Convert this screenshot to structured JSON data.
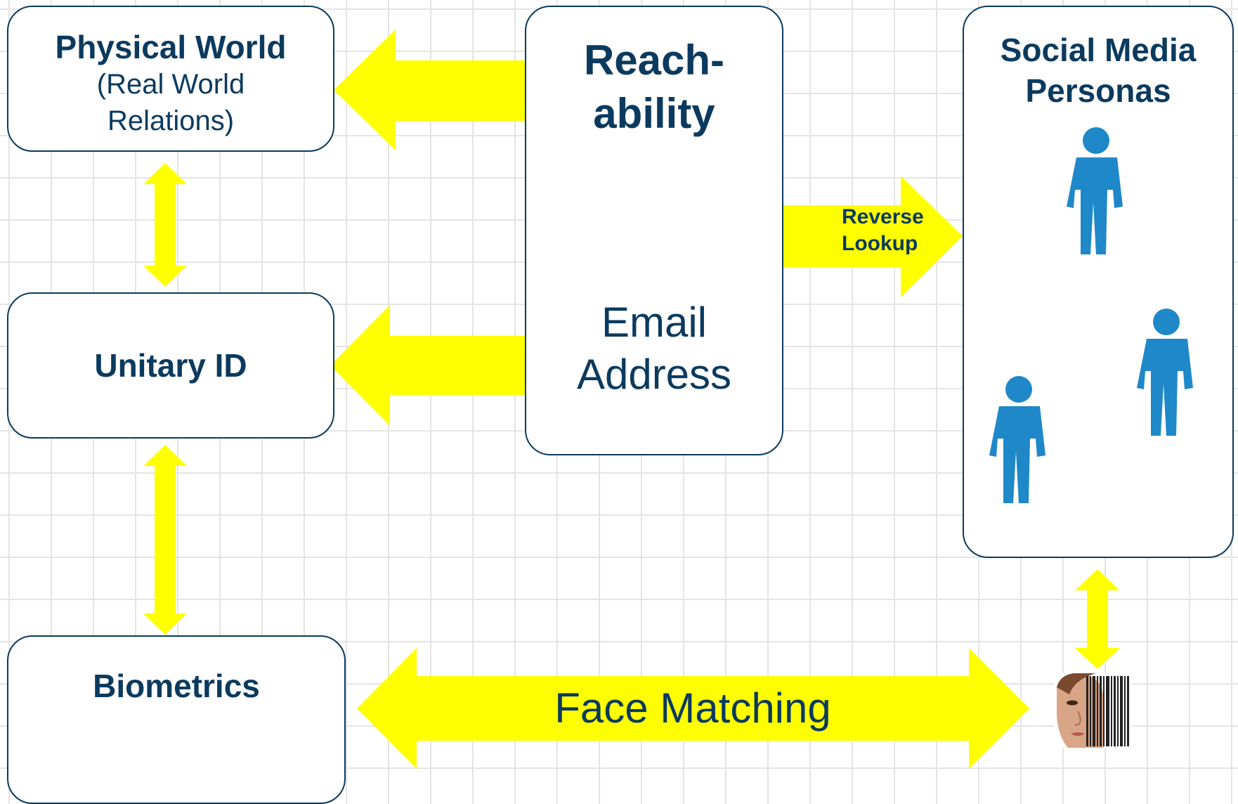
{
  "colors": {
    "arrow": "#ffff00",
    "box_border": "#0b3a5e",
    "text": "#0b3a5e",
    "person": "#1e88c8",
    "grid": "#e4e4e4"
  },
  "boxes": {
    "physical_world": {
      "title": "Physical World",
      "subtitle_line1": "(Real World",
      "subtitle_line2": "Relations)"
    },
    "unitary_id": {
      "title": "Unitary ID"
    },
    "biometrics": {
      "title": "Biometrics"
    },
    "reachability": {
      "title_line1": "Reach-",
      "title_line2": "ability",
      "body_line1": "Email",
      "body_line2": "Address"
    },
    "social_media": {
      "title_line1": "Social Media",
      "title_line2": "Personas"
    }
  },
  "arrows": {
    "reverse_lookup": {
      "label_line1": "Reverse",
      "label_line2": "Lookup"
    },
    "face_matching": {
      "label": "Face Matching"
    }
  },
  "icons": {
    "persona": "person-icon",
    "face": "face-barcode-icon"
  }
}
